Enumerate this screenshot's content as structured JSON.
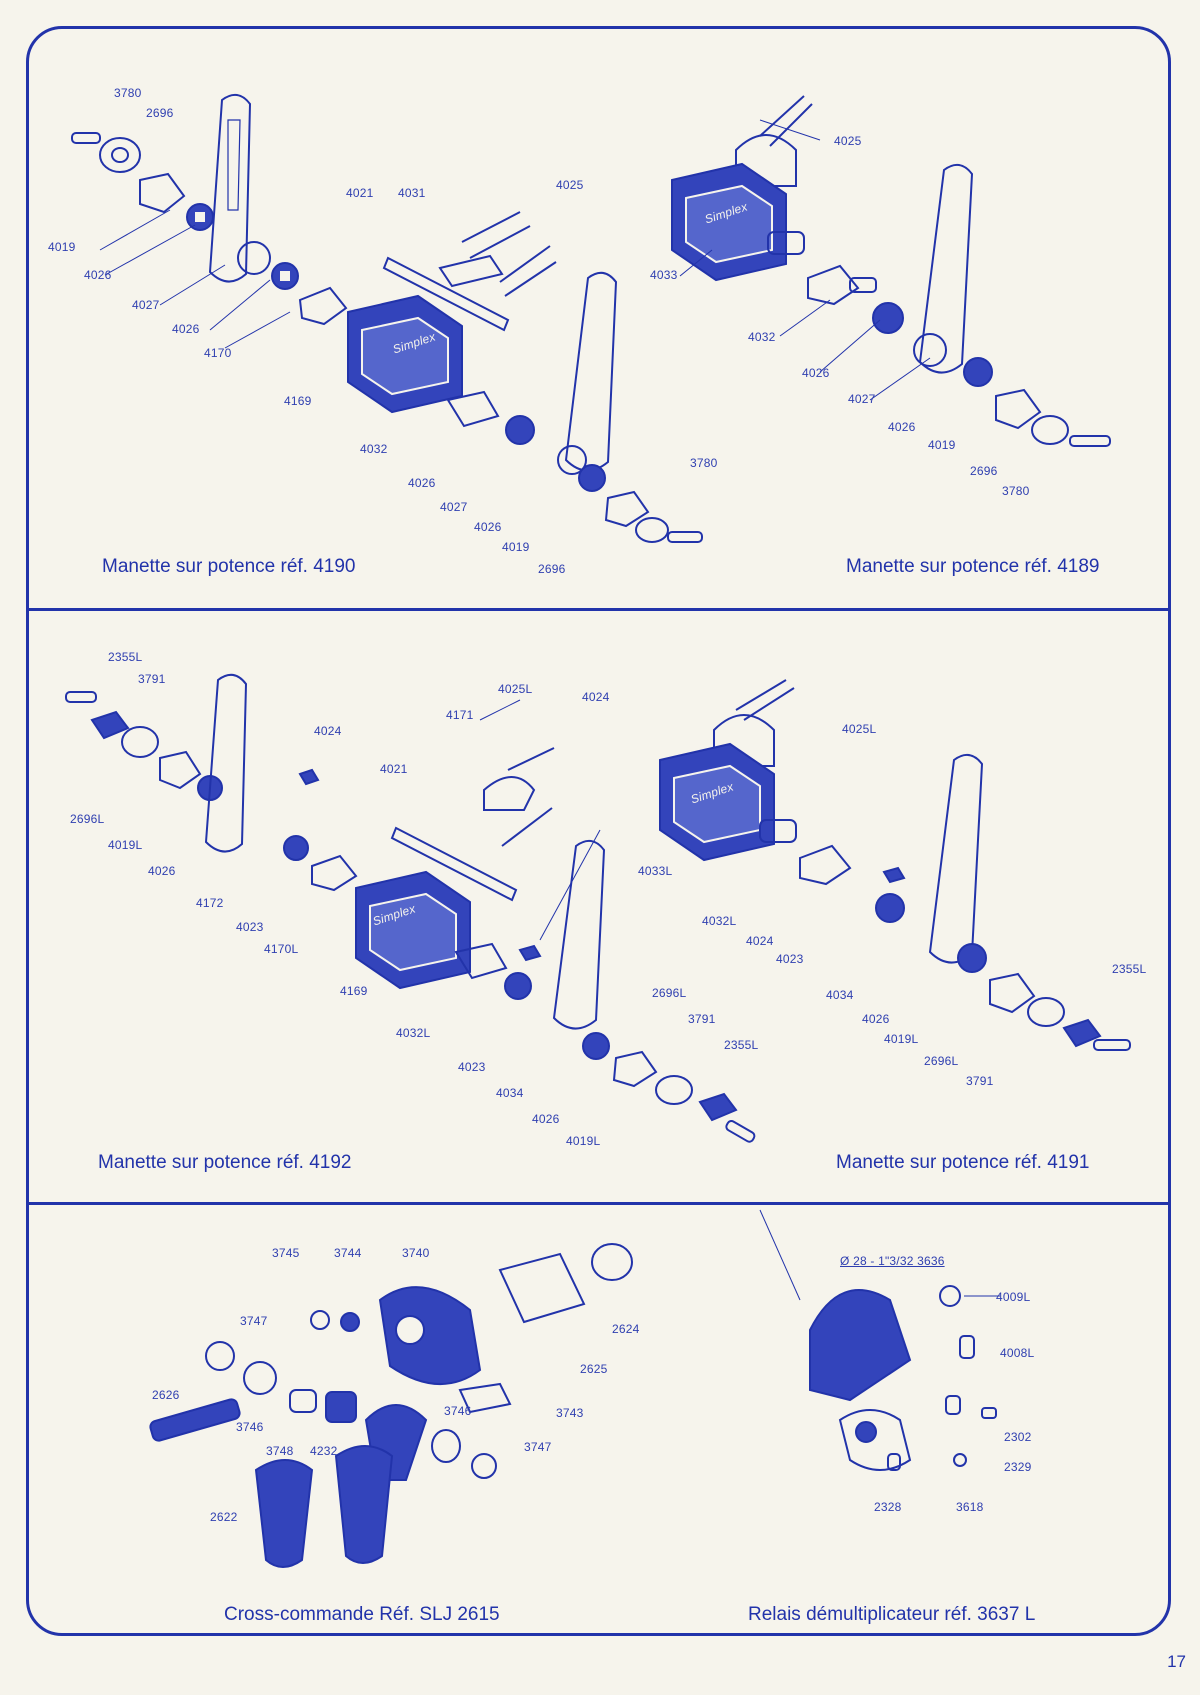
{
  "page_number": "17",
  "colors": {
    "ink": "#2233aa",
    "paper": "#f6f4ec",
    "fill": "#3344bb"
  },
  "panels": [
    {
      "captions": [
        "Manette sur potence réf. 4190",
        "Manette sur potence réf. 4189"
      ],
      "labels": [
        "3780",
        "2696",
        "4019",
        "4026",
        "4027",
        "4026",
        "4170",
        "4021",
        "4031",
        "4025",
        "4169",
        "4032",
        "4026",
        "4027",
        "4026",
        "4019",
        "2696",
        "3780",
        "4025",
        "4033",
        "4032",
        "4026",
        "4027",
        "4026",
        "4019",
        "2696",
        "3780"
      ],
      "logo_text": [
        "Simplex",
        "Simplex"
      ]
    },
    {
      "captions": [
        "Manette sur potence réf. 4192",
        "Manette  sur potence réf. 4191"
      ],
      "labels": [
        "2355L",
        "3791",
        "2696L",
        "4019L",
        "4026",
        "4024",
        "4172",
        "4023",
        "4170L",
        "4021",
        "4171",
        "4025L",
        "4024",
        "4169",
        "4032L",
        "4023",
        "4034",
        "4026",
        "4019L",
        "2696L",
        "3791",
        "2355L",
        "4025L",
        "4033L",
        "4032L",
        "4024",
        "4023",
        "4034",
        "4026",
        "4019L",
        "2696L",
        "3791",
        "2355L"
      ],
      "logo_text": [
        "Simplex",
        "Simplex"
      ]
    },
    {
      "captions": [
        "Cross-commande Réf. SLJ 2615",
        "Relais démultiplicateur réf. 3637 L"
      ],
      "labels": [
        "3745",
        "3744",
        "3740",
        "3747",
        "2624",
        "2625",
        "2626",
        "3746",
        "3743",
        "3748",
        "4232",
        "3746",
        "3747",
        "2622",
        "Ø 28 - 1\"3/32 3636",
        "4009L",
        "4008L",
        "2302",
        "2329",
        "2328",
        "3618"
      ],
      "logo_text": []
    }
  ]
}
